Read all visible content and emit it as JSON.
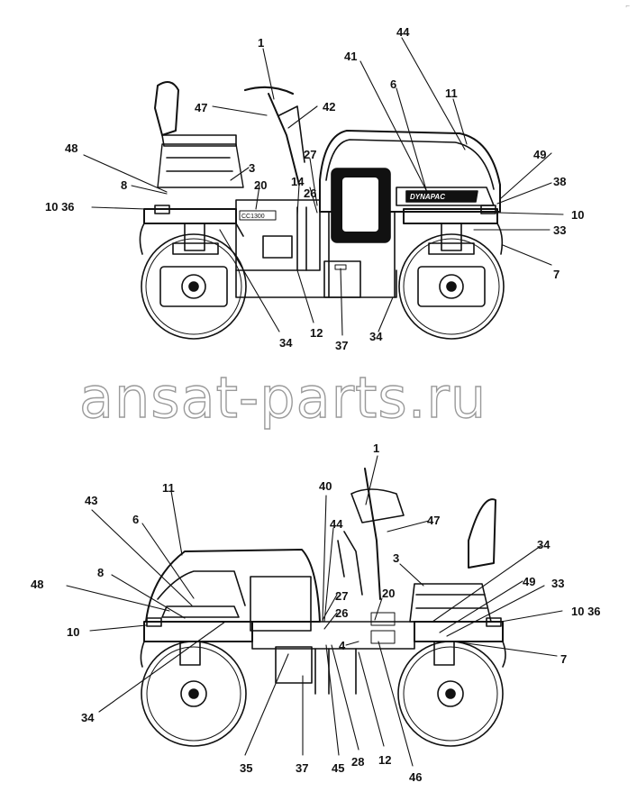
{
  "watermark": "ansat-parts.ru",
  "corner_mark": "⌐",
  "model_badge": "CC1300",
  "brand_panel": "DYNAPAC",
  "colors": {
    "line": "#111111",
    "watermark_outline": "#9a9a9a",
    "background": "#ffffff"
  },
  "views": {
    "top": {
      "callouts": [
        "1",
        "44",
        "41",
        "6",
        "11",
        "47",
        "42",
        "48",
        "8",
        "3",
        "20",
        "27",
        "26",
        "14",
        "49",
        "38",
        "10 36",
        "10",
        "33",
        "7",
        "34",
        "12",
        "37",
        "34"
      ]
    },
    "bottom": {
      "callouts": [
        "1",
        "40",
        "11",
        "43",
        "6",
        "47",
        "44",
        "34",
        "8",
        "48",
        "27",
        "26",
        "3",
        "20",
        "33",
        "49",
        "10 36",
        "10",
        "4",
        "7",
        "34",
        "35",
        "37",
        "45",
        "28",
        "12",
        "46"
      ]
    }
  }
}
